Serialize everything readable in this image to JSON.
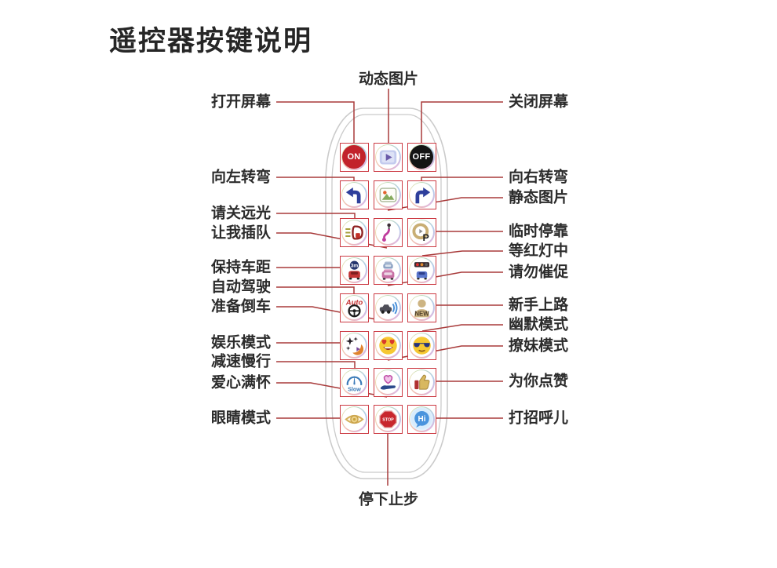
{
  "title": "遥控器按键说明",
  "colors": {
    "callout_line": "#a83a3a",
    "button_frame": "#cc3b44",
    "remote_outline": "#cbcbcb",
    "label_text": "#2b2b2b",
    "on_red": "#c2222b",
    "off_black": "#141414"
  },
  "callouts": {
    "top": "动态图片",
    "bottom": "停下止步",
    "left": [
      "打开屏幕",
      "向左转弯",
      "请关远光",
      "让我插队",
      "保持车距",
      "自动驾驶",
      "准备倒车",
      "娱乐模式",
      "减速慢行",
      "爱心满怀",
      "眼睛模式"
    ],
    "right": [
      "关闭屏幕",
      "向右转弯",
      "静态图片",
      "临时停靠",
      "等红灯中",
      "请勿催促",
      "新手上路",
      "幽默模式",
      "撩妹模式",
      "为你点赞",
      "打招呼儿"
    ]
  },
  "buttons": [
    {
      "name": "screen-on",
      "callout": "打开屏幕",
      "text": "ON"
    },
    {
      "name": "dynamic-picture",
      "callout": "动态图片"
    },
    {
      "name": "screen-off",
      "callout": "关闭屏幕",
      "text": "OFF"
    },
    {
      "name": "turn-left",
      "callout": "向左转弯"
    },
    {
      "name": "static-picture",
      "callout": "静态图片"
    },
    {
      "name": "turn-right",
      "callout": "向右转弯"
    },
    {
      "name": "high-beam-off",
      "callout": "请关远光"
    },
    {
      "name": "cut-in-line",
      "callout": "让我插队"
    },
    {
      "name": "temporary-park",
      "callout": "临时停靠",
      "text": "P"
    },
    {
      "name": "keep-distance",
      "callout": "保持车距",
      "text": "3m"
    },
    {
      "name": "no-rush",
      "callout": "请勿催促"
    },
    {
      "name": "red-light-wait",
      "callout": "等红灯中"
    },
    {
      "name": "auto-drive",
      "callout": "自动驾驶",
      "text": "Auto"
    },
    {
      "name": "reverse-ready",
      "callout": "准备倒车"
    },
    {
      "name": "new-driver",
      "callout": "新手上路",
      "text": "NEW"
    },
    {
      "name": "entertainment-mode",
      "callout": "娱乐模式"
    },
    {
      "name": "flirt-mode",
      "callout": "撩妹模式"
    },
    {
      "name": "humor-mode",
      "callout": "幽默模式"
    },
    {
      "name": "slow-down",
      "callout": "减速慢行",
      "text": "Slow"
    },
    {
      "name": "love-heart",
      "callout": "爱心满怀"
    },
    {
      "name": "thumbs-up",
      "callout": "为你点赞"
    },
    {
      "name": "eye-mode",
      "callout": "眼睛模式"
    },
    {
      "name": "stop",
      "callout": "停下止步",
      "text": "STOP"
    },
    {
      "name": "say-hi",
      "callout": "打招呼儿",
      "text": "Hi"
    }
  ]
}
